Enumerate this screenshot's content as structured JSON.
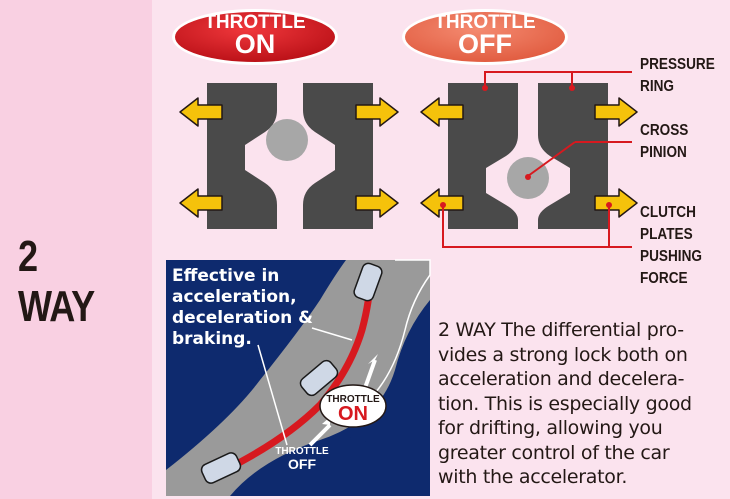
{
  "mode": "2 WAY",
  "badges": {
    "on": {
      "top": "THROTTLE",
      "bottom": "ON"
    },
    "off": {
      "top": "THROTTLE",
      "bottom": "OFF"
    }
  },
  "labels": {
    "pressure_ring": [
      "PRESSURE",
      "RING"
    ],
    "cross_pinion": [
      "CROSS",
      "PINION"
    ],
    "clutch": [
      "CLUTCH",
      "PLATES",
      "PUSHING",
      "FORCE"
    ]
  },
  "track": {
    "effect_text": [
      "Effective in",
      "acceleration,",
      "deceleration &",
      "braking."
    ],
    "throttle_on": {
      "top": "THROTTLE",
      "bottom": "ON"
    },
    "throttle_off": {
      "top": "THROTTLE",
      "bottom": "OFF"
    }
  },
  "description": [
    "2 WAY The differential pro-",
    "vides a strong lock both on",
    "acceleration and decelera-",
    "tion. This is especially good",
    "for drifting, allowing you",
    "greater control of the car",
    "with the accelerator."
  ],
  "colors": {
    "pink_bg": "#fbe3ee",
    "band": "#f9d0e2",
    "plate": "#4a4a4a",
    "pinion": "#a7a7a7",
    "arrow_fill": "#f5c20b",
    "arrow_stroke": "#231815",
    "badge_on": "#d7191f",
    "badge_off": "#ec7256",
    "leader": "#d7191f",
    "track_bg": "#0e2a6e",
    "road": "#9a9a9a"
  }
}
